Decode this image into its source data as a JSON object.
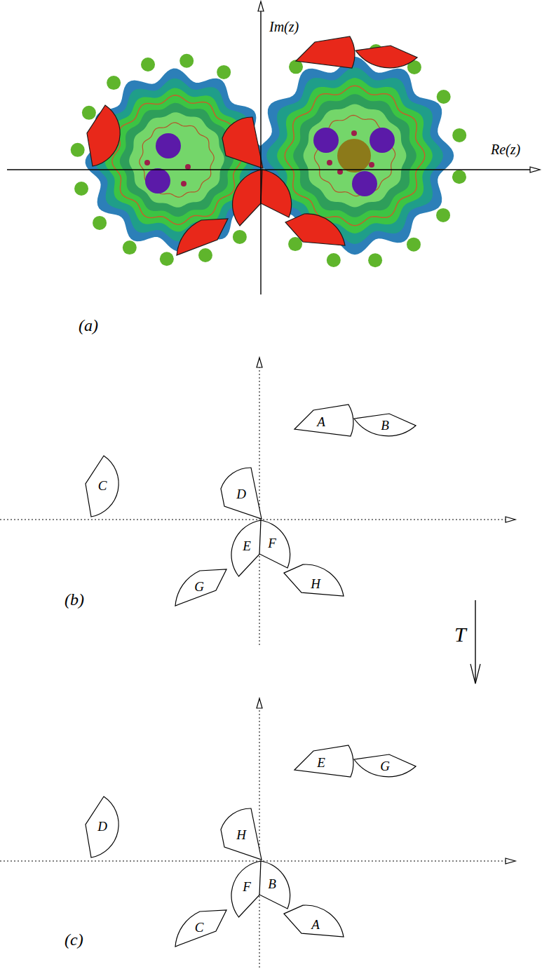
{
  "diagram": {
    "nodes": [
      {
        "text": [
          "A"
        ]
      },
      {
        "text": [
          "B"
        ]
      },
      {
        "text": [
          "C"
        ]
      },
      {
        "text": [
          "D"
        ]
      },
      {
        "text": [
          "E"
        ]
      },
      {
        "text": [
          "F"
        ]
      },
      {
        "text": [
          "G"
        ]
      },
      {
        "text": [
          "H"
        ]
      },
      {
        "text": [
          "E"
        ]
      },
      {
        "text": [
          "G"
        ]
      },
      {
        "text": [
          "D"
        ]
      },
      {
        "text": [
          "H"
        ]
      },
      {
        "text": [
          "F"
        ]
      },
      {
        "text": [
          "B"
        ]
      },
      {
        "text": [
          "C"
        ]
      },
      {
        "text": [
          "A"
        ]
      }
    ],
    "labels": [
      "Im(z)",
      "Re(z)",
      "(a)",
      "(b)",
      "T",
      "(c)"
    ]
  }
}
